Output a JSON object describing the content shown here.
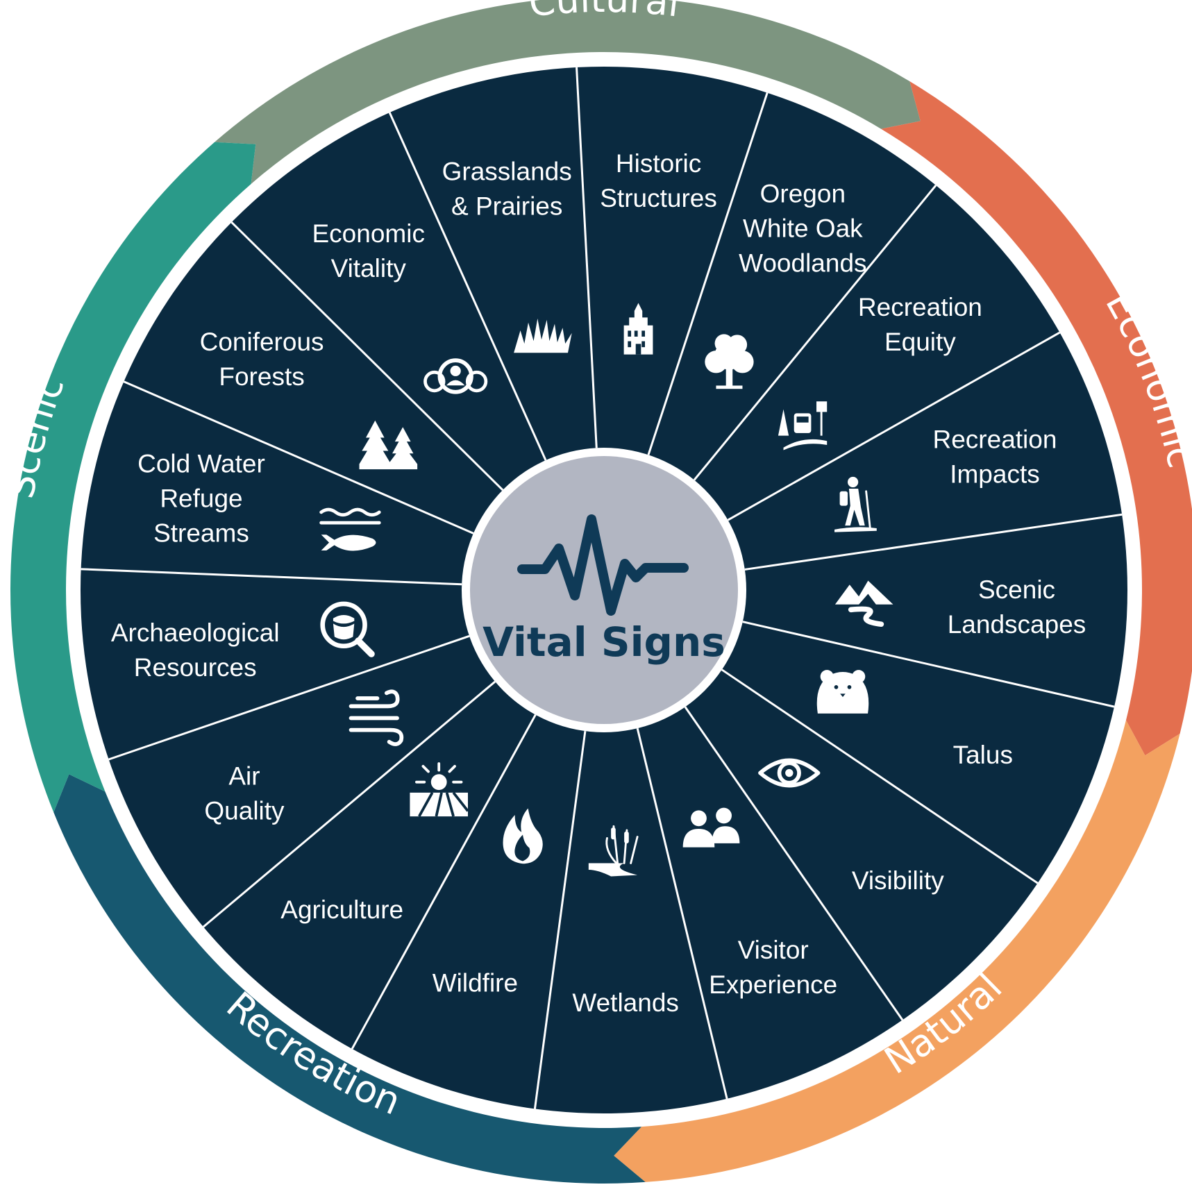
{
  "center": {
    "title": "Vital Signs",
    "icon": "pulse-heartbeat-icon"
  },
  "categories": [
    {
      "label": "Cultural",
      "color": "#7d9580"
    },
    {
      "label": "Economic",
      "color": "#e36f4f"
    },
    {
      "label": "Natural",
      "color": "#f3a160"
    },
    {
      "label": "Recreation",
      "color": "#175870"
    },
    {
      "label": "Scenic",
      "color": "#2a9a89"
    }
  ],
  "colors": {
    "wheel_fill": "#0a2a40",
    "divider": "#ffffff",
    "center_fill": "#b2b6c2",
    "center_text": "#0f3a57"
  },
  "segments": [
    {
      "lines": [
        "Historic",
        "Structures"
      ],
      "icon": "historic-building-icon"
    },
    {
      "lines": [
        "Oregon",
        "White Oak",
        "Woodlands"
      ],
      "icon": "oak-tree-icon"
    },
    {
      "lines": [
        "Recreation",
        "Equity"
      ],
      "icon": "trail-bus-parking-icon"
    },
    {
      "lines": [
        "Recreation",
        "Impacts"
      ],
      "icon": "hiker-icon"
    },
    {
      "lines": [
        "Scenic",
        "Landscapes"
      ],
      "icon": "mountains-river-icon"
    },
    {
      "lines": [
        "Talus"
      ],
      "icon": "pika-icon"
    },
    {
      "lines": [
        "Visibility"
      ],
      "icon": "eye-icon"
    },
    {
      "lines": [
        "Visitor",
        "Experience"
      ],
      "icon": "people-icon"
    },
    {
      "lines": [
        "Wetlands"
      ],
      "icon": "cattails-icon"
    },
    {
      "lines": [
        "Wildfire"
      ],
      "icon": "flame-icon"
    },
    {
      "lines": [
        "Agriculture"
      ],
      "icon": "farm-field-icon"
    },
    {
      "lines": [
        "Air",
        "Quality"
      ],
      "icon": "wind-icon"
    },
    {
      "lines": [
        "Archaeological",
        "Resources"
      ],
      "icon": "pottery-magnifier-icon"
    },
    {
      "lines": [
        "Cold Water",
        "Refuge",
        "Streams"
      ],
      "icon": "fish-water-icon"
    },
    {
      "lines": [
        "Coniferous",
        "Forests"
      ],
      "icon": "conifer-trees-icon"
    },
    {
      "lines": [
        "Economic",
        "Vitality"
      ],
      "icon": "community-chat-icon"
    },
    {
      "lines": [
        "Grasslands",
        "& Prairies"
      ],
      "icon": "grass-icon"
    }
  ]
}
